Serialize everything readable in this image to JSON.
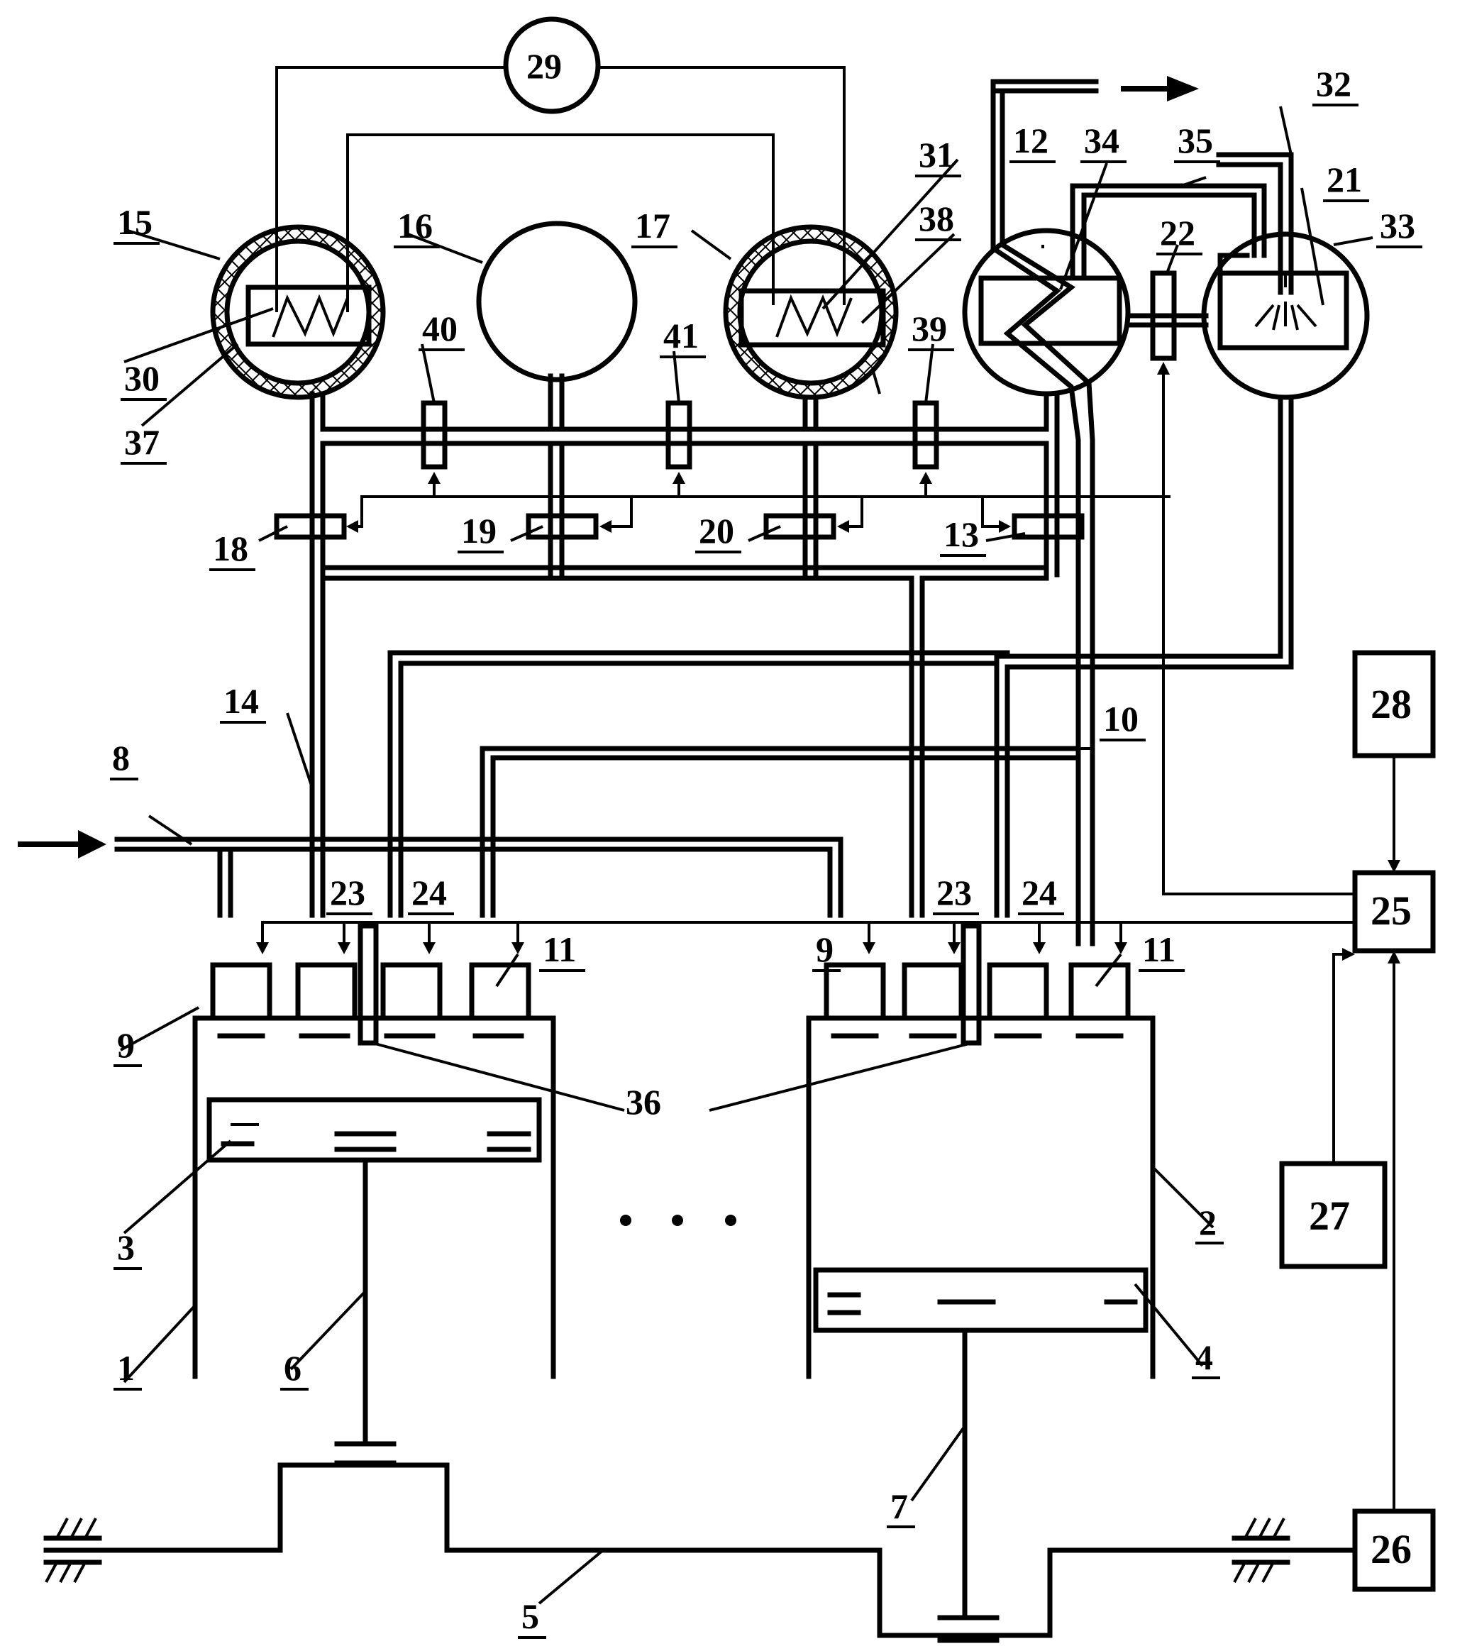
{
  "labels": {
    "n1": "1",
    "n2": "2",
    "n3": "3",
    "n4": "4",
    "n5": "5",
    "n6": "6",
    "n7": "7",
    "n8": "8",
    "n9": "9",
    "n10": "10",
    "n11": "11",
    "n12": "12",
    "n13": "13",
    "n14": "14",
    "n15": "15",
    "n16": "16",
    "n17": "17",
    "n18": "18",
    "n19": "19",
    "n20": "20",
    "n21": "21",
    "n22": "22",
    "n23": "23",
    "n24": "24",
    "n25": "25",
    "n26": "26",
    "n27": "27",
    "n28": "28",
    "n29": "29",
    "n30": "30",
    "n31": "31",
    "n32": "32",
    "n33": "33",
    "n34": "34",
    "n35": "35",
    "n36": "36",
    "n37": "37",
    "n38": "38",
    "n39": "39",
    "n40": "40",
    "n41": "41"
  },
  "ellipsis": "• • •"
}
